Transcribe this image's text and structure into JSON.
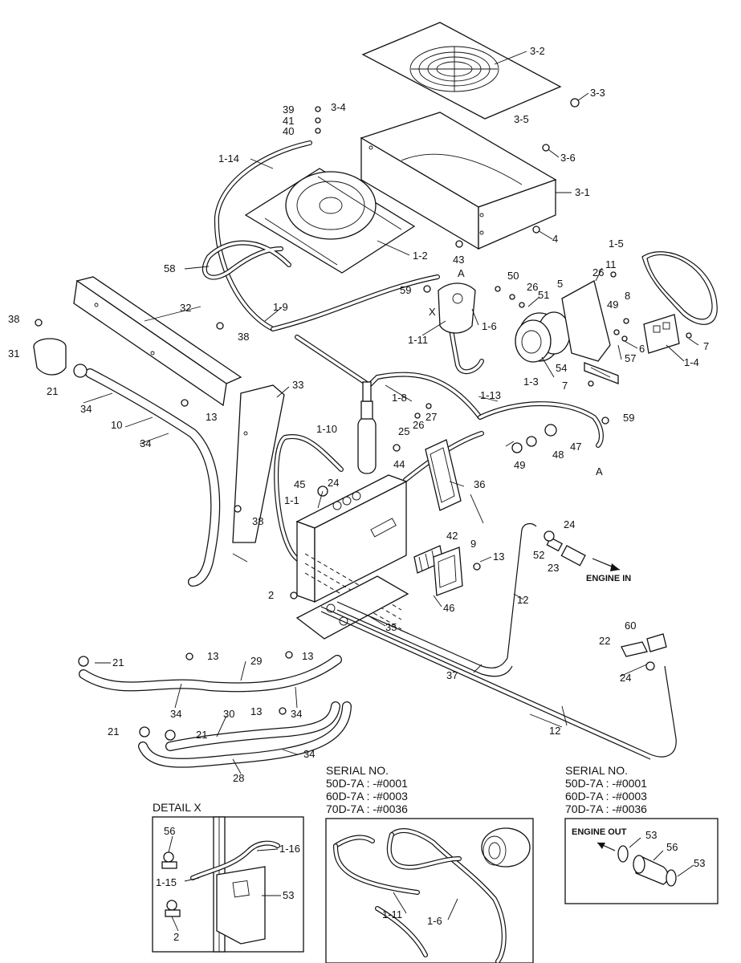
{
  "callouts": {
    "c3_2": "3-2",
    "c3_3": "3-3",
    "c3_4": "3-4",
    "c3_5": "3-5",
    "c3_6": "3-6",
    "c3_1": "3-1",
    "c39": "39",
    "c41": "41",
    "c40": "40",
    "c1_14": "1-14",
    "c4": "4",
    "c1_2": "1-2",
    "c43": "43",
    "c58": "58",
    "c1_5": "1-5",
    "c11": "11",
    "c26a": "26",
    "c50": "50",
    "c5": "5",
    "c26b": "26",
    "c51": "51",
    "c59a": "59",
    "cA1": "A",
    "cX": "X",
    "c49a": "49",
    "c8": "8",
    "c32": "32",
    "c1_9": "1-9",
    "c38a": "38",
    "c38b": "38",
    "c31": "31",
    "c1_11": "1-11",
    "c1_6": "1-6",
    "c6": "6",
    "c7a": "7",
    "c57": "57",
    "c1_4": "1-4",
    "c54": "54",
    "c1_3": "1-3",
    "c7b": "7",
    "c21a": "21",
    "c33": "33",
    "c1_8": "1-8",
    "c1_13": "1-13",
    "c34a": "34",
    "c13a": "13",
    "c10": "10",
    "c34b": "34",
    "c1_10": "1-10",
    "c27": "27",
    "c26c": "26",
    "c25": "25",
    "c59b": "59",
    "c47": "47",
    "c48": "48",
    "c49b": "49",
    "cA2": "A",
    "c44": "44",
    "c36": "36",
    "c45": "45",
    "c24a": "24",
    "c1_1": "1-1",
    "c38c": "38",
    "c24b": "24",
    "c42": "42",
    "c9": "9",
    "c52": "52",
    "c23": "23",
    "c13b": "13",
    "c2a": "2",
    "c46": "46",
    "c12a": "12",
    "c35": "35",
    "c60": "60",
    "c22": "22",
    "c37": "37",
    "c24c": "24",
    "c21b": "21",
    "c13c": "13",
    "c29": "29",
    "c13d": "13",
    "c34c": "34",
    "c34d": "34",
    "c13e": "13",
    "c30": "30",
    "c21c": "21",
    "c21d": "21",
    "c34e": "34",
    "c28": "28",
    "c12b": "12",
    "c56a": "56",
    "c1_16": "1-16",
    "c1_15": "1-15",
    "c53a": "53",
    "c2b": "2",
    "c1_11b": "1-11",
    "c1_6b": "1-6",
    "c53b": "53",
    "c56b": "56",
    "c53c": "53"
  },
  "annotations": {
    "engine_in": "ENGINE IN",
    "engine_out": "ENGINE OUT",
    "detail_x": "DETAIL X"
  },
  "serial_left": {
    "title": "SERIAL NO.",
    "line1": "50D-7A : -#0001",
    "line2": "60D-7A : -#0003",
    "line3": "70D-7A : -#0036"
  },
  "serial_right": {
    "title": "SERIAL NO.",
    "line1": "50D-7A : -#0001",
    "line2": "60D-7A : -#0003",
    "line3": "70D-7A : -#0036"
  }
}
